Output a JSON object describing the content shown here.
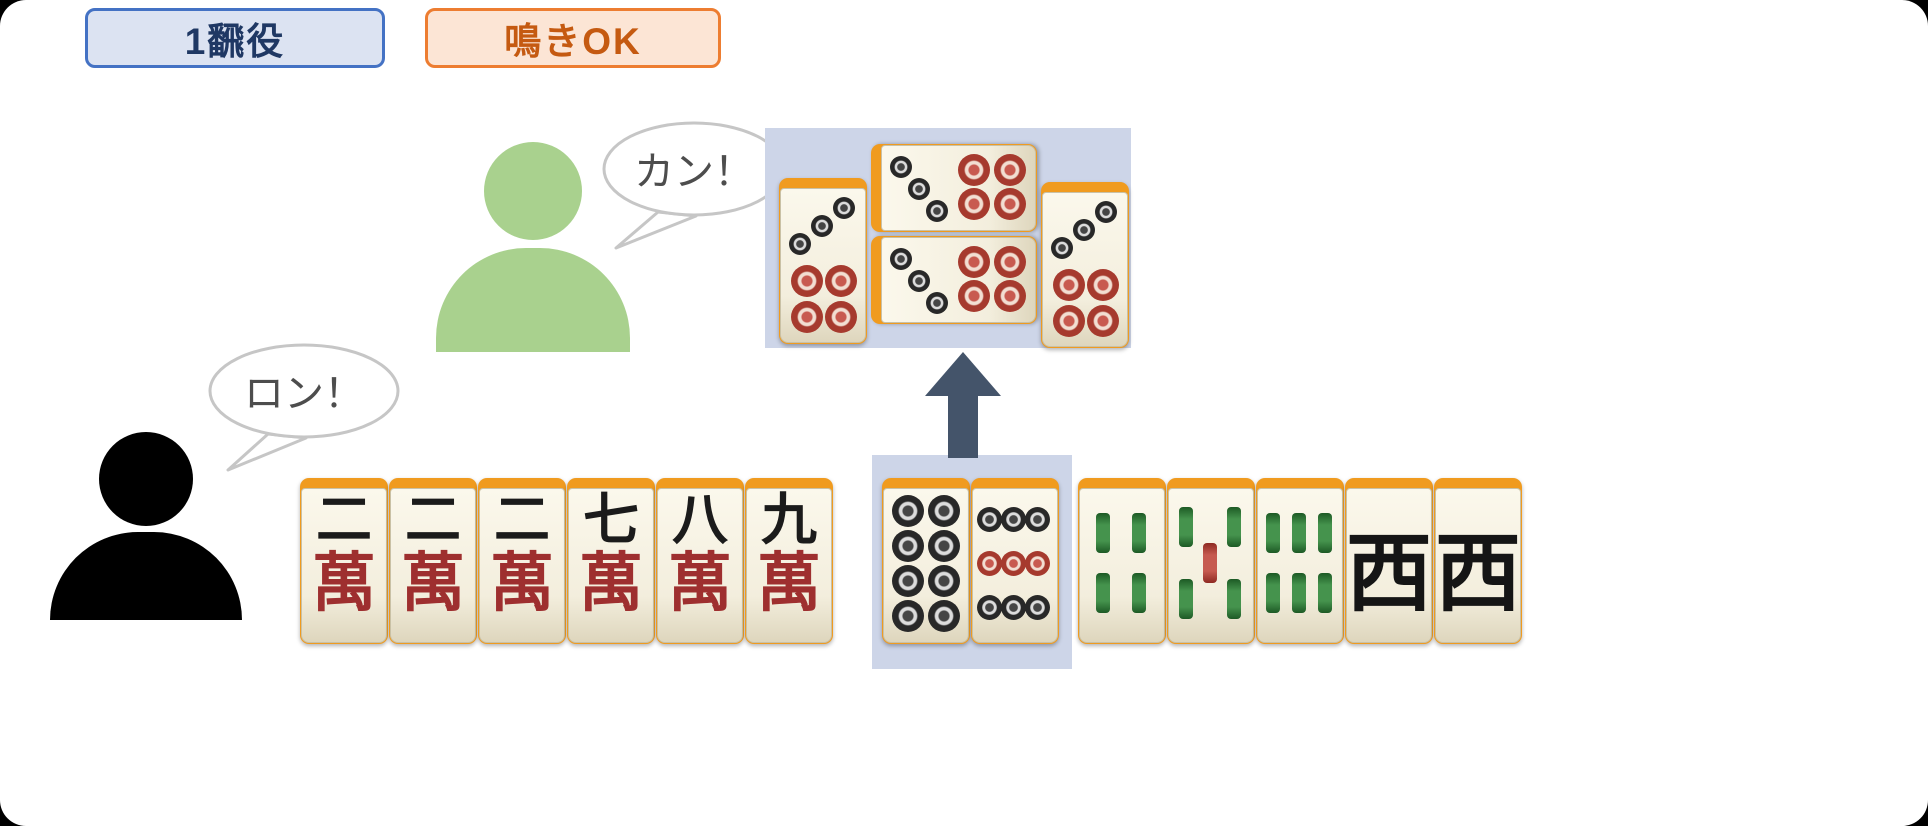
{
  "badges": {
    "yaku_rank": "1飜役",
    "naki": "鳴きOK"
  },
  "callouts": {
    "kan": "カン！",
    "ron": "ロン！"
  },
  "glyphs": {
    "man_suit": "萬",
    "man_numbers": {
      "2": "二",
      "7": "七",
      "8": "八",
      "9": "九"
    },
    "west": "西"
  },
  "meld": {
    "tiles": [
      {
        "suit": "pin",
        "value": 7,
        "rotated": false
      },
      {
        "suit": "pin",
        "value": 7,
        "rotated": true
      },
      {
        "suit": "pin",
        "value": 7,
        "rotated": true
      },
      {
        "suit": "pin",
        "value": 7,
        "rotated": false
      }
    ]
  },
  "hand": {
    "tiles": [
      {
        "suit": "man",
        "value": 2
      },
      {
        "suit": "man",
        "value": 2
      },
      {
        "suit": "man",
        "value": 2
      },
      {
        "suit": "man",
        "value": 7
      },
      {
        "suit": "man",
        "value": 8
      },
      {
        "suit": "man",
        "value": 9
      },
      {
        "suit": "pin",
        "value": 8,
        "highlight": true
      },
      {
        "suit": "pin",
        "value": 9,
        "highlight": true
      },
      {
        "suit": "sou",
        "value": 4
      },
      {
        "suit": "sou",
        "value": 5
      },
      {
        "suit": "sou",
        "value": 6
      },
      {
        "suit": "wind",
        "value": "west"
      },
      {
        "suit": "wind",
        "value": "west"
      }
    ]
  },
  "colors": {
    "badge_yaku_bg": "#dce3f2",
    "badge_yaku_border": "#4472c4",
    "badge_yaku_text": "#1f3864",
    "badge_naki_bg": "#fce5d5",
    "badge_naki_border": "#ed7d31",
    "badge_naki_text": "#c55a11",
    "player_upper": "#a9d18e",
    "player_lower": "#000000",
    "panel": "#cdd5e8",
    "arrow": "#44546a",
    "tile_face": "#f3eedd",
    "tile_edge": "#f09b1f",
    "man_red": "#9e2f2f",
    "pin_black": "#282828",
    "pin_red": "#a63a2e",
    "sou_green": "#45934d",
    "sou_red": "#c65a50"
  }
}
